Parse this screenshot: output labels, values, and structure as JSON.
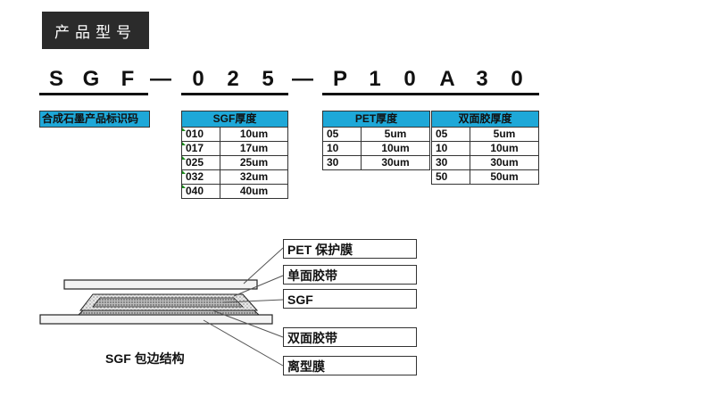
{
  "title": "产品型号",
  "code": {
    "chars": [
      "S",
      "G",
      "F",
      "—",
      "0",
      "2",
      "5",
      "—",
      "P",
      "1",
      "0",
      "A",
      "3",
      "0"
    ]
  },
  "prefix_box": "合成石墨产品标识码",
  "tables": {
    "sgf": {
      "header": "SGF厚度",
      "rows": [
        [
          "010",
          "10um"
        ],
        [
          "017",
          "17um"
        ],
        [
          "025",
          "25um"
        ],
        [
          "032",
          "32um"
        ],
        [
          "040",
          "40um"
        ]
      ]
    },
    "pet": {
      "header": "PET厚度",
      "rows": [
        [
          "05",
          "5um"
        ],
        [
          "10",
          "10um"
        ],
        [
          "30",
          "30um"
        ]
      ]
    },
    "tape": {
      "header": "双面胶厚度",
      "rows": [
        [
          "05",
          "5um"
        ],
        [
          "10",
          "10um"
        ],
        [
          "30",
          "30um"
        ],
        [
          "50",
          "50um"
        ]
      ]
    }
  },
  "layers": [
    "PET 保护膜",
    "单面胶带",
    "SGF",
    "双面胶带",
    "离型膜"
  ],
  "caption": "SGF 包边结构",
  "colors": {
    "header_blue": "#1ea8d8",
    "title_bg": "#2b2b2b",
    "tick_green": "#1a8a1a"
  }
}
